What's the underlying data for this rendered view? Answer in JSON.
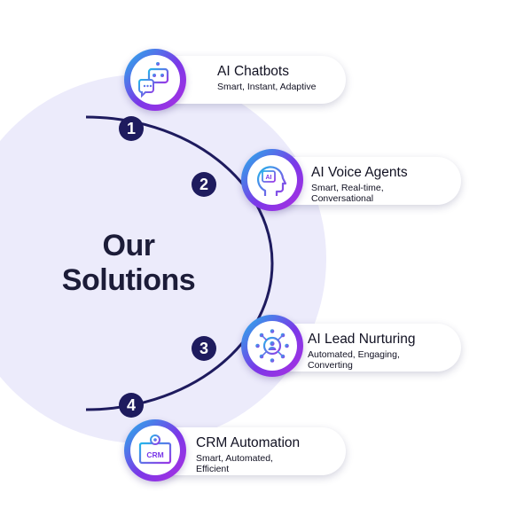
{
  "center": {
    "line1": "Our",
    "line2": "Solutions"
  },
  "steps": [
    {
      "number": "1",
      "title": "AI Chatbots",
      "subtitle": "Smart, Instant, Adaptive",
      "icon": "chatbot-icon"
    },
    {
      "number": "2",
      "title": "AI Voice Agents",
      "subtitle": "Smart, Real-time, Conversational",
      "icon": "voice-agent-icon"
    },
    {
      "number": "3",
      "title": "AI Lead Nurturing",
      "subtitle": "Automated, Engaging, Converting",
      "icon": "lead-nurturing-icon"
    },
    {
      "number": "4",
      "title": "CRM Automation",
      "subtitle": "Smart, Automated, Efficient",
      "icon": "crm-icon"
    }
  ],
  "icon_labels": {
    "voice": "AI",
    "crm": "CRM"
  },
  "colors": {
    "navy": "#1e1b5e",
    "lavender": "#ecebfb",
    "accent": "#7a38e8"
  }
}
